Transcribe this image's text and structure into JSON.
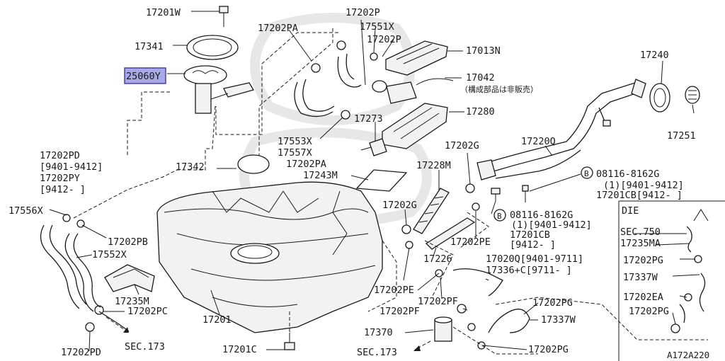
{
  "labels": {
    "p17201w": "17201W",
    "p17341": "17341",
    "p25060y": "25060Y",
    "p17202pa_top": "17202PA",
    "p17202p_a": "17202P",
    "p17551x": "17551X",
    "p17202p_b": "17202P",
    "p17013n": "17013N",
    "p17042": "17042",
    "p17042_note": "（構成部品は非販売）",
    "p17240": "17240",
    "p17553x": "17553X",
    "p17557x": "17557X",
    "p17273": "17273",
    "p17280": "17280",
    "p17251": "17251",
    "p17220q": "17220Q",
    "p17202g_a": "17202G",
    "p17202pd_a": "17202PD",
    "p17202pd_a_r1": "[9401-9412]",
    "p17202py": "17202PY",
    "p17202py_r1": "[9412-    ]",
    "p17342": "17342",
    "p17202pa_mid": "17202PA",
    "p17243m": "17243M",
    "p17228m": "17228M",
    "b08116_a": "08116-8162G",
    "b08116_a_r1": "(1)[9401-9412]",
    "p17201cb_a": "17201CB[9412-    ]",
    "p17556x": "17556X",
    "p17202pb": "17202PB",
    "p17202g_b": "17202G",
    "b08116_b": "08116-8162G",
    "b08116_b_r1": "(1)[9401-9412]",
    "p17201cb_b": "17201CB",
    "p17201cb_b_r1": "[9412-    ]",
    "die": "DIE",
    "sec750": "SEC.750",
    "p17235ma": "17235MA",
    "p17552x": "17552X",
    "p17202pe_a": "17202PE",
    "p17226": "17226",
    "p17020q": "17020Q[9401-9711]",
    "p17336c": "17336+C[9711-    ]",
    "p17202pg_a": "17202PG",
    "p17337w_a": "17337W",
    "p17235m": "17235M",
    "p17202pe_b": "17202PE",
    "p17202ea": "17202EA",
    "p17202pc": "17202PC",
    "p17201": "17201",
    "p17202pf_a": "17202PF",
    "p17202pg_b": "17202PG",
    "p17202pf_b": "17202PF",
    "p17337w_b": "17337W",
    "p17202pg_c": "17202PG",
    "p17202pd_b": "17202PD",
    "sec173_a": "SEC.173",
    "p17370": "17370",
    "p17201c": "17201C",
    "sec173_b": "SEC.173",
    "p17202pg_d": "17202PG",
    "ref": "A172A220",
    "b_mark": "B"
  },
  "colors": {
    "ink": "#1a1a1a",
    "highlight_fill": "#a9a9e6",
    "highlight_border": "#3a3aa0"
  },
  "highlight": "25060Y"
}
